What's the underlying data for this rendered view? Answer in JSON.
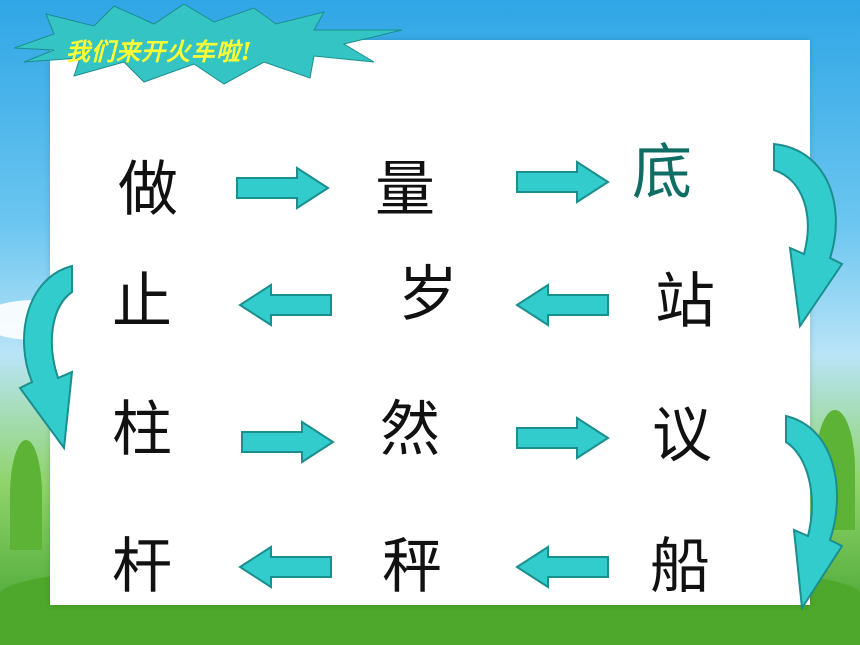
{
  "title": "我们来开火车啦!",
  "rows": [
    [
      "做",
      "量",
      "底"
    ],
    [
      "止",
      "岁",
      "站"
    ],
    [
      "柱",
      "然",
      "议"
    ],
    [
      "杆",
      "秤",
      "船"
    ]
  ],
  "colors": {
    "arrow_fill": "#33cccc",
    "arrow_stroke": "#1b8e8e",
    "title_text": "#ffff33",
    "title_burst": "#34c4c4"
  }
}
